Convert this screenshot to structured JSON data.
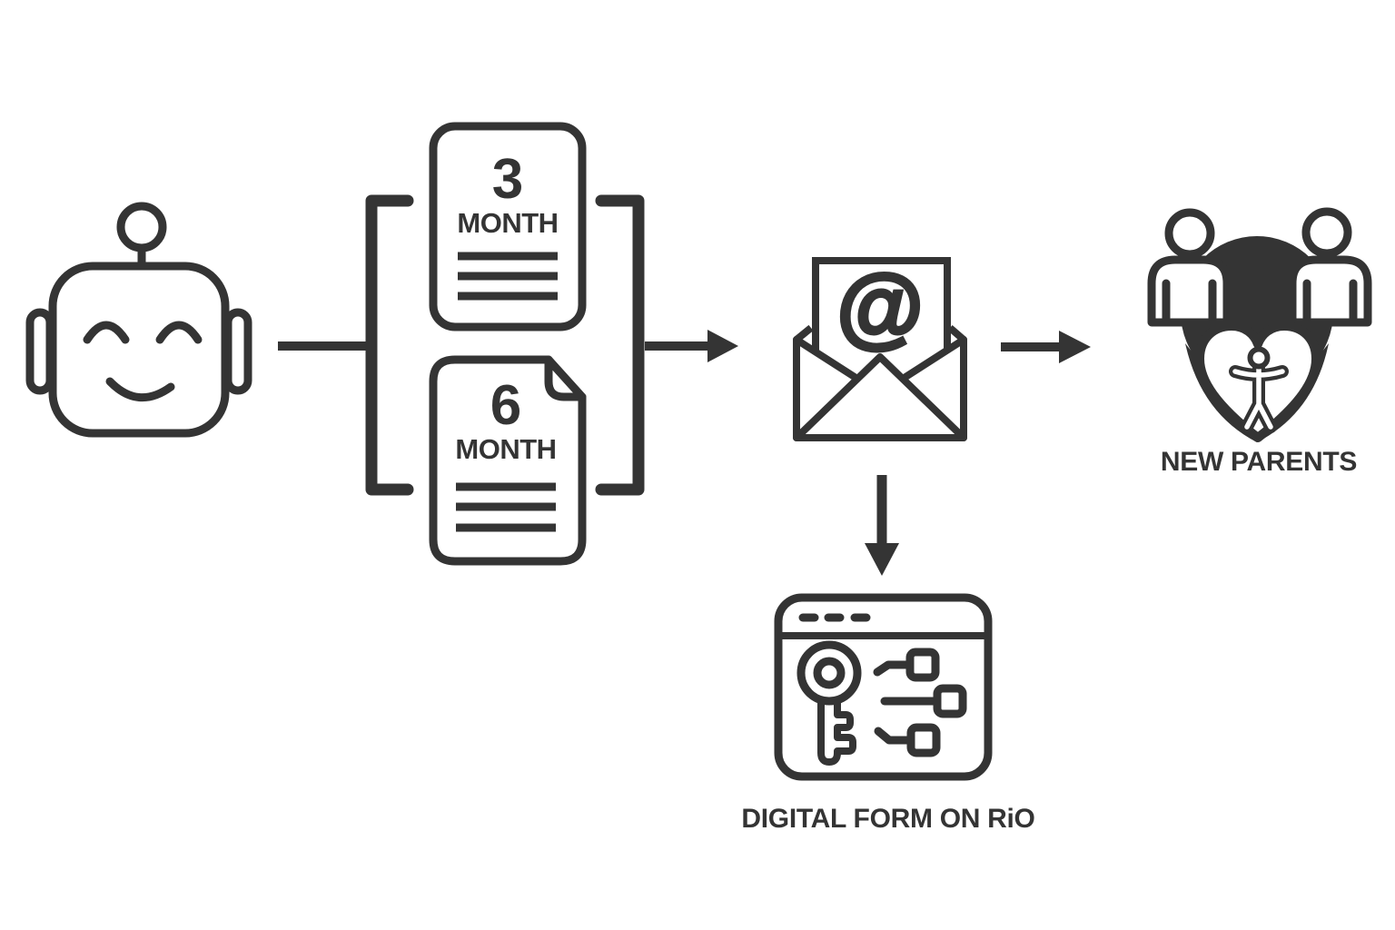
{
  "colors": {
    "ink": "#343434",
    "paper": "#ffffff"
  },
  "flow": {
    "robot": {
      "icon": "robot-face-icon"
    },
    "documents": {
      "items": [
        {
          "number": "3",
          "unit": "MONTH"
        },
        {
          "number": "6",
          "unit": "MONTH"
        }
      ]
    },
    "email": {
      "icon": "email-envelope-icon",
      "at_symbol": "@"
    },
    "new_parents": {
      "icon": "new-parents-heart-icon",
      "label": "NEW PARENTS"
    },
    "digital_form": {
      "icon": "browser-key-form-icon",
      "label": "DIGITAL FORM ON RiO"
    }
  }
}
